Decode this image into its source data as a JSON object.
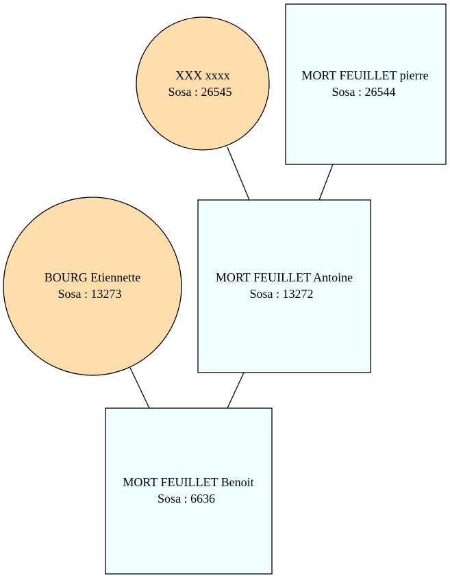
{
  "colors": {
    "female_fill": "#FFDEAD",
    "male_fill": "#F0FFFF",
    "stroke": "#000000",
    "background": "#FFFFFF"
  },
  "persons": {
    "xxx": {
      "name": "XXX xxxx",
      "sosa": "Sosa : 26545",
      "shape": "circle"
    },
    "pierre": {
      "name": "MORT FEUILLET pierre",
      "sosa": "Sosa : 26544",
      "shape": "box"
    },
    "etiennette": {
      "name": "BOURG Etiennette",
      "sosa": "Sosa : 13273",
      "shape": "circle"
    },
    "antoine": {
      "name": "MORT FEUILLET Antoine",
      "sosa": "Sosa : 13272",
      "shape": "box"
    },
    "benoit": {
      "name": "MORT FEUILLET Benoit",
      "sosa": "Sosa : 6636",
      "shape": "box"
    }
  },
  "links": [
    {
      "from": "xxx",
      "to": "antoine"
    },
    {
      "from": "pierre",
      "to": "antoine"
    },
    {
      "from": "etiennette",
      "to": "benoit"
    },
    {
      "from": "antoine",
      "to": "benoit"
    }
  ]
}
